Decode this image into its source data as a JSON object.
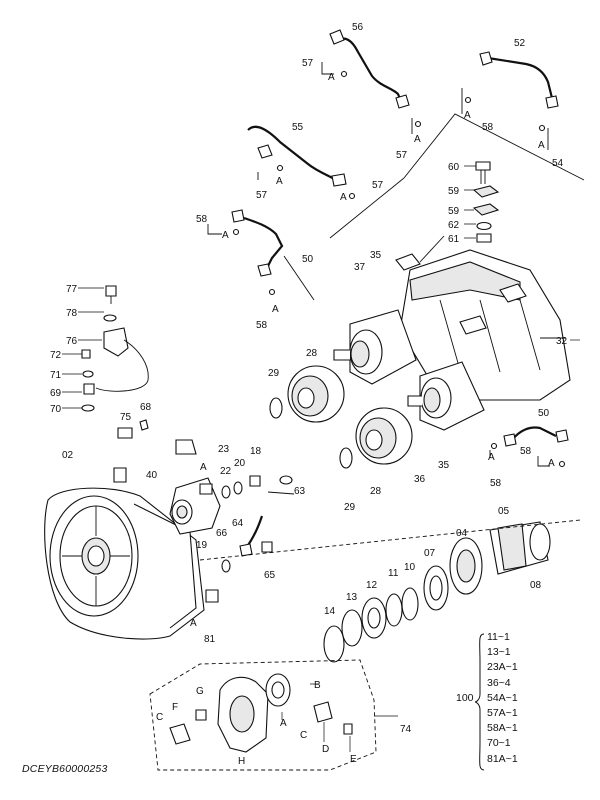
{
  "drawing_code": "DCEYB60000253",
  "kit": {
    "ref": "100",
    "items": [
      "11~1",
      "13~1",
      "23A~1",
      "36~4",
      "54A~1",
      "57A~1",
      "58A~1",
      "70~1",
      "81A~1"
    ]
  },
  "callouts": {
    "c56": "56",
    "c52": "52",
    "c57a": "57",
    "c58a": "58",
    "c57b": "57",
    "c54": "54",
    "c55": "55",
    "c57c": "57",
    "c57d": "57",
    "c60": "60",
    "c59a": "59",
    "c59b": "59",
    "c62": "62",
    "c61": "61",
    "c58b": "58",
    "c50a": "50",
    "c58c": "58",
    "c37": "37",
    "c35a": "35",
    "c32": "32",
    "c77": "77",
    "c78": "78",
    "c76": "76",
    "c72": "72",
    "c71": "71",
    "c69": "69",
    "c70": "70",
    "c28a": "28",
    "c29a": "29",
    "c75": "75",
    "c68": "68",
    "c02": "02",
    "c40": "40",
    "c23": "23",
    "c22": "22",
    "c20": "20",
    "c18": "18",
    "c63": "63",
    "c19": "19",
    "c66": "66",
    "c64": "64",
    "c65": "65",
    "c81": "81",
    "c29b": "29",
    "c28b": "28",
    "c36": "36",
    "c35b": "35",
    "c50b": "50",
    "c58d": "58",
    "c58e": "58",
    "c05": "05",
    "c04": "04",
    "c07": "07",
    "c10": "10",
    "c11": "11",
    "c12": "12",
    "c13": "13",
    "c14": "14",
    "c08": "08",
    "c74": "74",
    "cA1": "A",
    "cA2": "A",
    "cA3": "A",
    "cA4": "A",
    "cA5": "A",
    "cA6": "A",
    "cA7": "A",
    "cA8": "A",
    "cA9": "A",
    "cA10": "A",
    "cA11": "A",
    "cA12": "A",
    "kA": "A",
    "kB": "B",
    "kC1": "C",
    "kC2": "C",
    "kD": "D",
    "kE": "E",
    "kF": "F",
    "kG": "G",
    "kH": "H"
  }
}
